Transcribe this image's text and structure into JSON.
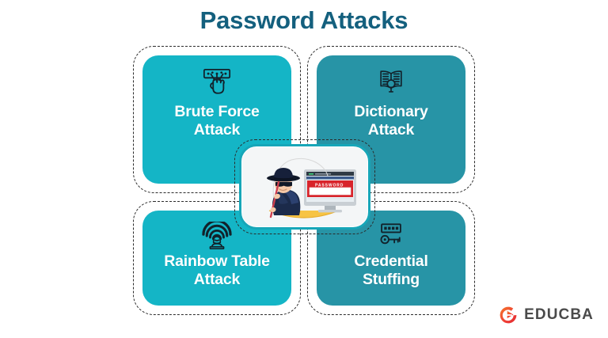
{
  "title": "Password Attacks",
  "colors": {
    "title": "#14607e",
    "card_light": "#14b5c6",
    "card_dark": "#2794a6",
    "dash_border": "#2b2b2b",
    "center_border": "#17a6b8",
    "logo_accent": "#ef3e36",
    "logo_text": "#4a4a4a",
    "background": "#ffffff"
  },
  "cards": [
    {
      "id": "brute-force",
      "label": "Brute Force\nAttack",
      "label_line1": "Brute Force",
      "label_line2": "Attack",
      "icon": "keyboard-hand-icon",
      "position": "top-left",
      "color": "#14b5c6"
    },
    {
      "id": "dictionary",
      "label": "Dictionary\nAttack",
      "label_line1": "Dictionary",
      "label_line2": "Attack",
      "icon": "book-magnifier-icon",
      "position": "top-right",
      "color": "#2794a6"
    },
    {
      "id": "rainbow-table",
      "label": "Rainbow Table\nAttack",
      "label_line1": "Rainbow Table",
      "label_line2": "Attack",
      "icon": "wifi-hacker-icon",
      "position": "bottom-left",
      "color": "#14b5c6"
    },
    {
      "id": "credential-stuffing",
      "label": "Credential\nStuffing",
      "label_line1": "Credential",
      "label_line2": "Stuffing",
      "icon": "password-key-icon",
      "position": "bottom-right",
      "color": "#2794a6"
    }
  ],
  "center_image": {
    "name": "hacker-phishing-password-illustration",
    "monitor_banner_text": "PASSWORD",
    "elements": [
      "hacker-with-hat-and-sunglasses",
      "fishing-rod",
      "computer-monitor",
      "password-login-form"
    ]
  },
  "logo": {
    "wordmark": "EDUCBA",
    "mark": "educba-e-icon"
  }
}
